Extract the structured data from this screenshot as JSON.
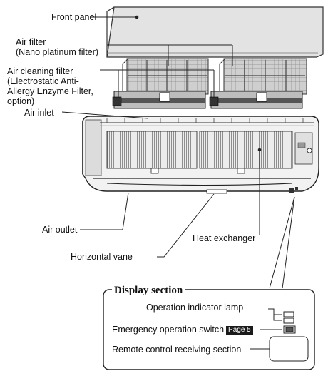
{
  "labels": {
    "front_panel": "Front panel",
    "air_filter": "Air filter",
    "air_filter_sub": "(Nano platinum filter)",
    "air_cleaning_filter": "Air cleaning filter",
    "air_cleaning_filter_sub1": "(Electrostatic Anti-",
    "air_cleaning_filter_sub2": "Allergy Enzyme Filter,",
    "air_cleaning_filter_sub3": "option)",
    "air_inlet": "Air inlet",
    "air_outlet": "Air outlet",
    "heat_exchanger": "Heat exchanger",
    "horizontal_vane": "Horizontal vane"
  },
  "display_section": {
    "title": "Display section",
    "operation_lamp": "Operation indicator lamp",
    "emergency_switch": "Emergency operation switch",
    "page_ref": "Page 5",
    "remote_receiver": "Remote control receiving section"
  }
}
